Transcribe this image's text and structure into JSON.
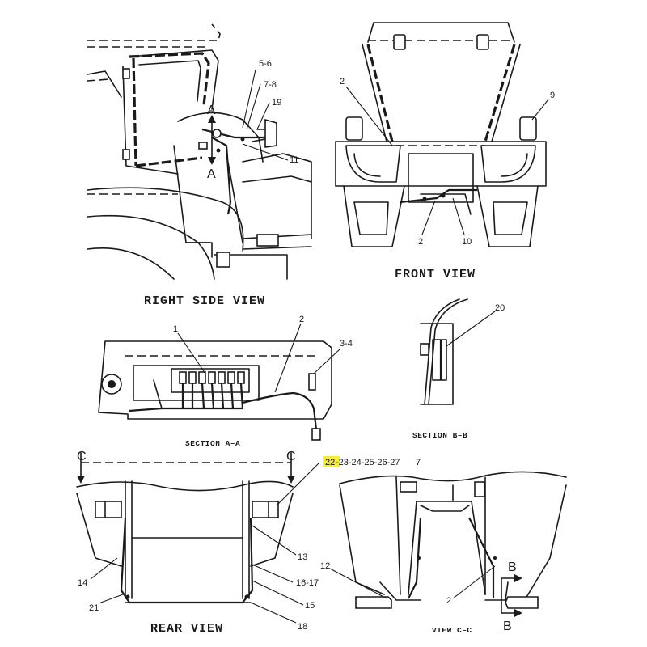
{
  "views": {
    "right_side": {
      "title": "RIGHT SIDE VIEW",
      "labels": [
        "5-6",
        "7-8",
        "19",
        "11",
        "A",
        "A"
      ]
    },
    "front": {
      "title": "FRONT VIEW",
      "labels": [
        "2",
        "9",
        "2",
        "10"
      ]
    },
    "section_aa": {
      "title": "SECTION A–A",
      "labels": [
        "1",
        "2",
        "3-4"
      ]
    },
    "section_bb": {
      "title": "SECTION B–B",
      "labels": [
        "20"
      ]
    },
    "rear": {
      "title": "REAR VIEW",
      "labels": [
        "C",
        "C",
        "13",
        "14",
        "16-17",
        "21",
        "15",
        "18"
      ]
    },
    "view_cc": {
      "title": "VIEW C–C",
      "labels": [
        "12",
        "2",
        "B",
        "B"
      ]
    }
  },
  "part_callout": {
    "highlighted": "22",
    "rest": "-23-24-25-26-27",
    "tail": "7"
  },
  "colors": {
    "line": "#1a1a1a",
    "highlight": "#f6ee3b",
    "background": "#ffffff"
  }
}
